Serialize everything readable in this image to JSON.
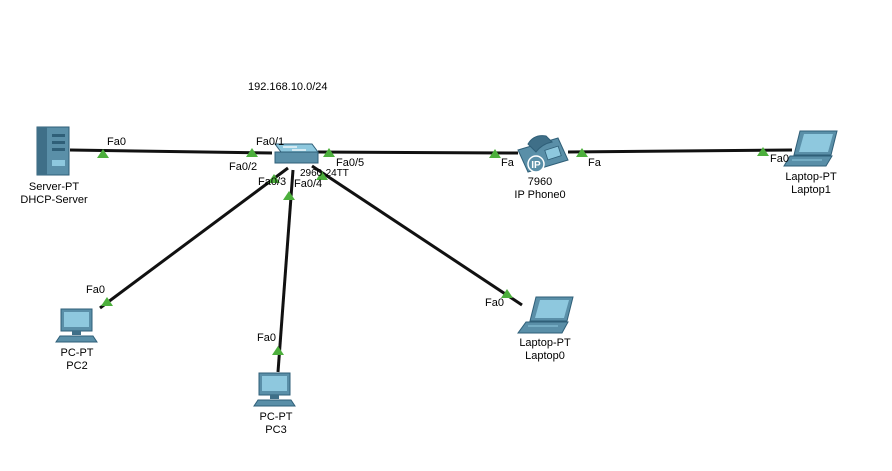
{
  "network_label": "192.168.10.0/24",
  "colors": {
    "cable": "#111111",
    "port_ok": "#4caf3c",
    "device_body": "#5a8fa8",
    "device_dark": "#2f5f78",
    "screen": "#8ec8de"
  },
  "devices": {
    "server": {
      "model": "Server-PT",
      "name": "DHCP-Server",
      "icon": "server-icon"
    },
    "switch": {
      "model_fragment": "2960-24TT",
      "icon": "switch-icon"
    },
    "phone": {
      "model": "7960",
      "name": "IP Phone0",
      "badge": "IP",
      "icon": "ip-phone-icon"
    },
    "laptop1": {
      "model": "Laptop-PT",
      "name": "Laptop1",
      "icon": "laptop-icon"
    },
    "laptop0": {
      "model": "Laptop-PT",
      "name": "Laptop0",
      "icon": "laptop-icon"
    },
    "pc2": {
      "model": "PC-PT",
      "name": "PC2",
      "icon": "pc-icon"
    },
    "pc3": {
      "model": "PC-PT",
      "name": "PC3",
      "icon": "pc-icon"
    }
  },
  "ports": {
    "server_fa0": "Fa0",
    "sw_fa0_1": "Fa0/1",
    "sw_fa0_2": "Fa0/2",
    "sw_fa0_3": "Fa0/3",
    "sw_fa0_4": "Fa0/4",
    "sw_fa0_5": "Fa0/5",
    "phone_left": "Fa",
    "phone_right": "Fa",
    "laptop1_fa0": "Fa0",
    "pc2_fa0": "Fa0",
    "pc3_fa0": "Fa0",
    "laptop0_fa0": "Fa0"
  }
}
